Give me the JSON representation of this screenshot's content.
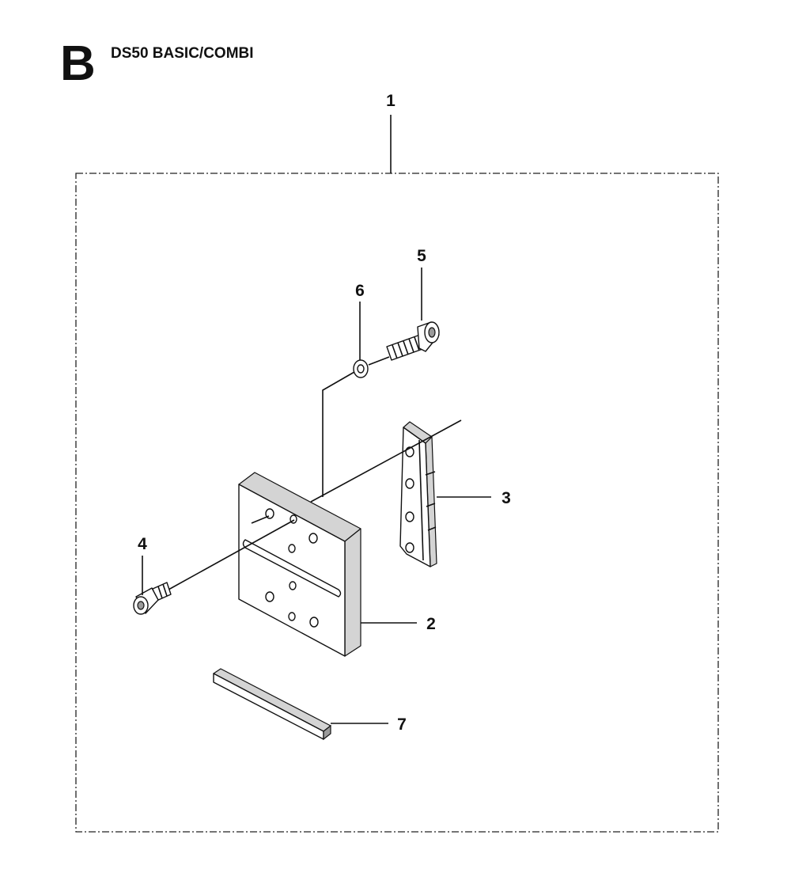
{
  "section_letter": "B",
  "title": "DS50 BASIC/COMBI",
  "callouts": {
    "c1": "1",
    "c2": "2",
    "c3": "3",
    "c4": "4",
    "c5": "5",
    "c6": "6",
    "c7": "7"
  }
}
